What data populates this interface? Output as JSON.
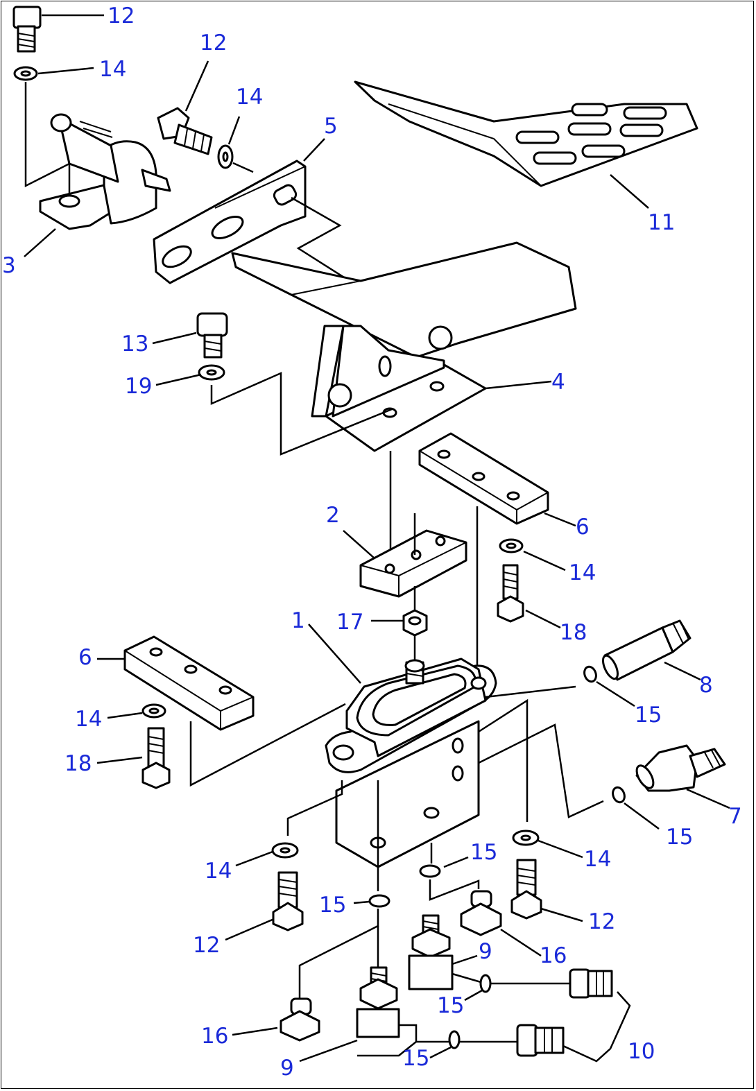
{
  "diagram": {
    "type": "exploded-parts-diagram",
    "callouts": [
      {
        "id": "c12a",
        "label": "12"
      },
      {
        "id": "c14a",
        "label": "14"
      },
      {
        "id": "c12b",
        "label": "12"
      },
      {
        "id": "c14b",
        "label": "14"
      },
      {
        "id": "c5",
        "label": "5"
      },
      {
        "id": "c11",
        "label": "11"
      },
      {
        "id": "c3",
        "label": "3"
      },
      {
        "id": "c13",
        "label": "13"
      },
      {
        "id": "c19",
        "label": "19"
      },
      {
        "id": "c4",
        "label": "4"
      },
      {
        "id": "c6a",
        "label": "6"
      },
      {
        "id": "c2",
        "label": "2"
      },
      {
        "id": "c14c",
        "label": "14"
      },
      {
        "id": "c17",
        "label": "17"
      },
      {
        "id": "c18a",
        "label": "18"
      },
      {
        "id": "c1",
        "label": "1"
      },
      {
        "id": "c6b",
        "label": "6"
      },
      {
        "id": "c8",
        "label": "8"
      },
      {
        "id": "c14d",
        "label": "14"
      },
      {
        "id": "c15a",
        "label": "15"
      },
      {
        "id": "c18b",
        "label": "18"
      },
      {
        "id": "c7",
        "label": "7"
      },
      {
        "id": "c15b",
        "label": "15"
      },
      {
        "id": "c14e",
        "label": "14"
      },
      {
        "id": "c14f",
        "label": "14"
      },
      {
        "id": "c15c",
        "label": "15"
      },
      {
        "id": "c15d",
        "label": "15"
      },
      {
        "id": "c12c",
        "label": "12"
      },
      {
        "id": "c12d",
        "label": "12"
      },
      {
        "id": "c16a",
        "label": "16"
      },
      {
        "id": "c9a",
        "label": "9"
      },
      {
        "id": "c15e",
        "label": "15"
      },
      {
        "id": "c16b",
        "label": "16"
      },
      {
        "id": "c10",
        "label": "10"
      },
      {
        "id": "c15f",
        "label": "15"
      },
      {
        "id": "c9b",
        "label": "9"
      }
    ]
  },
  "colors": {
    "callout": "#1a2ad8",
    "linework": "#000000",
    "background": "#ffffff"
  }
}
